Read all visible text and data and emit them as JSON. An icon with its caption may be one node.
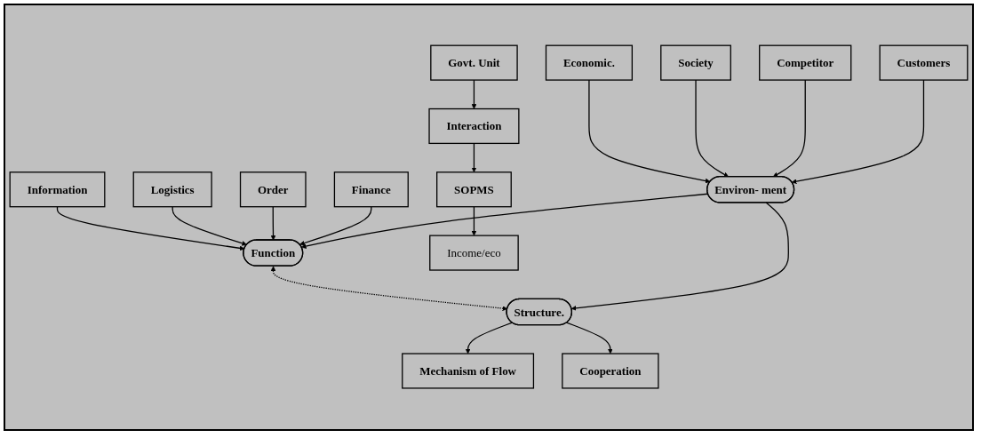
{
  "diagram": {
    "nodes": [
      {
        "text": [
          "Information"
        ]
      },
      {
        "text": [
          "Logistics"
        ]
      },
      {
        "text": [
          "Order"
        ]
      },
      {
        "text": [
          "Finance"
        ]
      },
      {
        "text": [
          "Function"
        ]
      },
      {
        "text": [
          "Mechanism of Flow"
        ]
      },
      {
        "text": [
          "Structure."
        ]
      },
      {
        "text": [
          "Cooperation"
        ]
      },
      {
        "text": [
          "Govt. Unit"
        ]
      },
      {
        "text": [
          "Interaction"
        ]
      },
      {
        "text": [
          "SOPMS"
        ]
      },
      {
        "text": [
          "Income/eco"
        ]
      },
      {
        "text": [
          "Environ- ment"
        ]
      },
      {
        "text": [
          "Economic."
        ]
      },
      {
        "text": [
          "Customers"
        ]
      },
      {
        "text": [
          "Society"
        ]
      },
      {
        "text": [
          "Competitor"
        ]
      }
    ],
    "edges": [
      {
        "from": 0,
        "to": 4,
        "arrow": "to"
      },
      {
        "from": 1,
        "to": 4,
        "arrow": "to"
      },
      {
        "from": 2,
        "to": 4,
        "arrow": "to"
      },
      {
        "from": 3,
        "to": 4,
        "arrow": "to"
      },
      {
        "from": 4,
        "to": 6,
        "arrow": "both",
        "style": "dashed"
      },
      {
        "from": 6,
        "to": 5,
        "arrow": "to"
      },
      {
        "from": 6,
        "to": 7,
        "arrow": "to"
      },
      {
        "from": 8,
        "to": 9,
        "arrow": "to"
      },
      {
        "from": 9,
        "to": 10,
        "arrow": "to"
      },
      {
        "from": 10,
        "to": 11,
        "arrow": "to"
      },
      {
        "from": 12,
        "to": 4,
        "arrow": "to"
      },
      {
        "from": 12,
        "to": 6,
        "arrow": "to"
      },
      {
        "from": 13,
        "to": 12,
        "arrow": "to"
      },
      {
        "from": 15,
        "to": 12,
        "arrow": "to"
      },
      {
        "from": 16,
        "to": 12,
        "arrow": "to"
      },
      {
        "from": 14,
        "to": 12,
        "arrow": "to"
      }
    ]
  }
}
